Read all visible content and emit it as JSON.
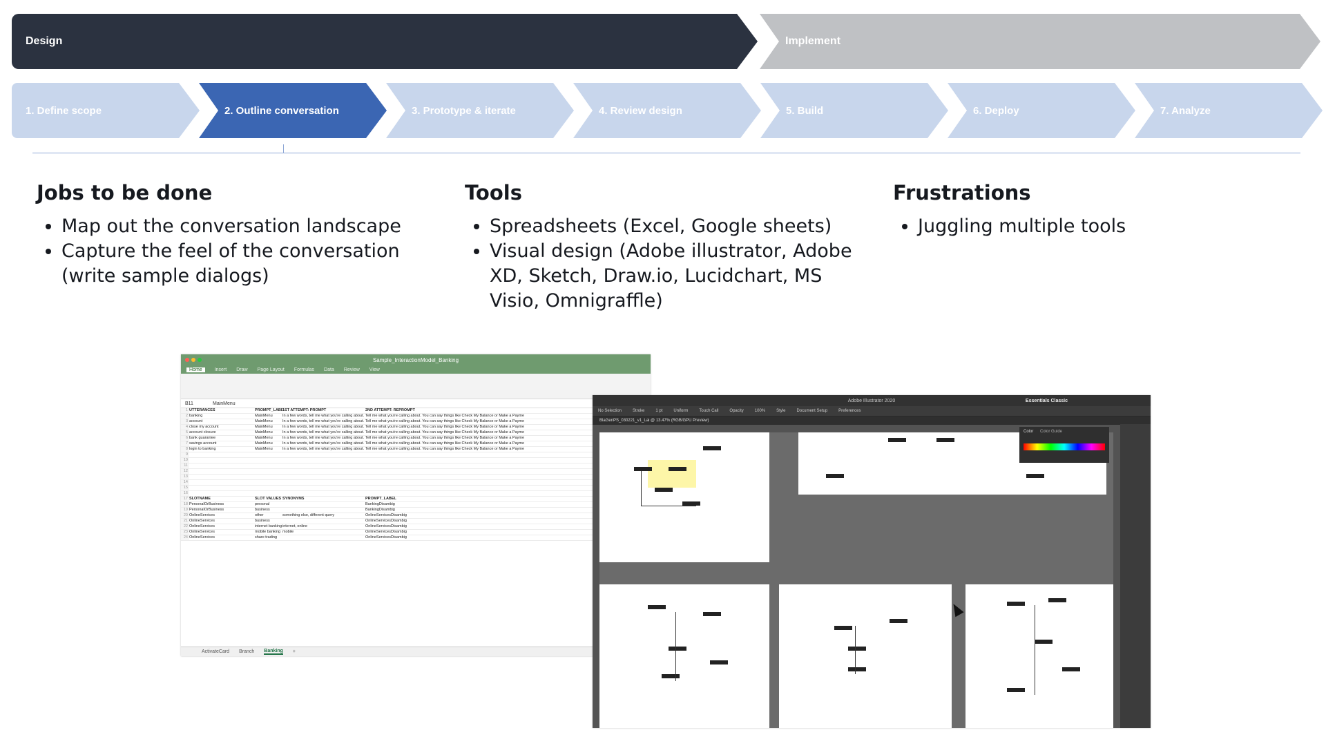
{
  "phases": [
    {
      "label": "Design"
    },
    {
      "label": "Implement"
    }
  ],
  "steps": [
    {
      "label": "1. Define scope"
    },
    {
      "label": "2. Outline conversation"
    },
    {
      "label": "3. Prototype & iterate"
    },
    {
      "label": "4. Review design"
    },
    {
      "label": "5. Build"
    },
    {
      "label": "6. Deploy"
    },
    {
      "label": "7. Analyze"
    }
  ],
  "jobs": {
    "heading": "Jobs to be done",
    "items": [
      "Map out the conversation landscape",
      "Capture the feel of the conversation (write sample dialogs)"
    ]
  },
  "tools": {
    "heading": "Tools",
    "items": [
      "Spreadsheets (Excel, Google sheets)",
      "Visual design (Adobe illustrator, Adobe XD, Sketch, Draw.io, Lucidchart, MS Visio, Omnigraffle)"
    ]
  },
  "frustrations": {
    "heading": "Frustrations",
    "items": [
      "Juggling multiple tools"
    ]
  },
  "excel": {
    "title": "Sample_InteractionModel_Banking",
    "tabs": [
      "Home",
      "Insert",
      "Draw",
      "Page Layout",
      "Formulas",
      "Data",
      "Review",
      "View"
    ],
    "cell_ref": "B11",
    "formula": "MainMenu",
    "headers": [
      "UTTERANCES",
      "PROMPT_LABEL",
      "1ST ATTEMPT: PROMPT",
      "2ND ATTEMPT: REPROMPT"
    ],
    "rows": [
      [
        "banking",
        "MainMenu",
        "In a few words, tell me what you're calling about.",
        "Tell me what you're calling about. You can say things like Check My Balance or Make a Payment."
      ],
      [
        "account",
        "MainMenu",
        "In a few words, tell me what you're calling about.",
        "Tell me what you're calling about. You can say things like Check My Balance or Make a Payment."
      ],
      [
        "close my account",
        "MainMenu",
        "In a few words, tell me what you're calling about.",
        "Tell me what you're calling about. You can say things like Check My Balance or Make a Payment."
      ],
      [
        "account closure",
        "MainMenu",
        "In a few words, tell me what you're calling about.",
        "Tell me what you're calling about. You can say things like Check My Balance or Make a Payment."
      ],
      [
        "bank guarantee",
        "MainMenu",
        "In a few words, tell me what you're calling about.",
        "Tell me what you're calling about. You can say things like Check My Balance or Make a Payment."
      ],
      [
        "savings account",
        "MainMenu",
        "In a few words, tell me what you're calling about.",
        "Tell me what you're calling about. You can say things like Check My Balance or Make a Payment."
      ],
      [
        "login to banking",
        "MainMenu",
        "In a few words, tell me what you're calling about.",
        "Tell me what you're calling about. You can say things like Check My Balance or Make a Payment."
      ]
    ],
    "slot_headers": [
      "SLOTNAME",
      "SLOT VALUES",
      "SYNONYMS",
      "PROMPT_LABEL"
    ],
    "slot_rows": [
      [
        "PersonalOrBusiness",
        "personal",
        "",
        "BankingDisambig"
      ],
      [
        "PersonalOrBusiness",
        "business",
        "",
        "BankingDisambig"
      ],
      [
        "OnlineServices",
        "other",
        "something else, different query",
        "OnlineServicesDisambig"
      ],
      [
        "OnlineServices",
        "business",
        "",
        "OnlineServicesDisambig"
      ],
      [
        "OnlineServices",
        "internet banking",
        "internet, online",
        "OnlineServicesDisambig"
      ],
      [
        "OnlineServices",
        "mobile banking",
        "mobile",
        "OnlineServicesDisambig"
      ],
      [
        "OnlineServices",
        "share trading",
        "",
        "OnlineServicesDisambig"
      ]
    ],
    "sheets": [
      "ActivateCard",
      "Branch",
      "Banking",
      "+"
    ]
  },
  "illustrator": {
    "title": "Adobe Illustrator 2020",
    "workspace": "Essentials Classic",
    "controls": [
      "No Selection",
      "Stroke",
      "1 pt",
      "Uniform",
      "Touch Call",
      "Opacity",
      "100%",
      "Style",
      "Document Setup",
      "Preferences"
    ],
    "doc_tab": "BlaGenPS_030221_v1_Lai @ 13.47% (RGB/GPU Preview)",
    "color_tabs": [
      "Color",
      "Color Guide"
    ]
  }
}
